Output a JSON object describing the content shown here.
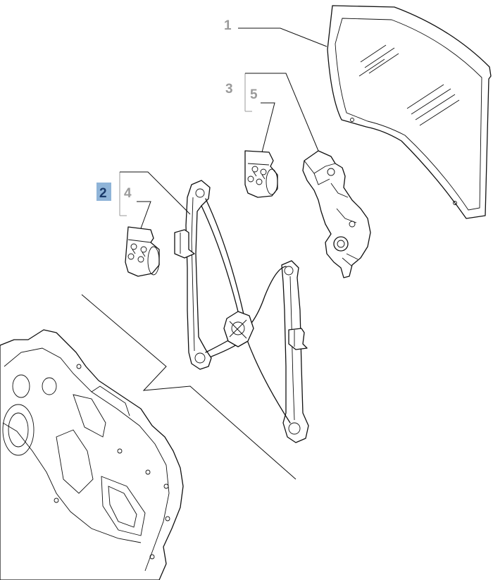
{
  "diagram": {
    "callouts": [
      {
        "id": "1",
        "label": "1",
        "highlighted": false
      },
      {
        "id": "2",
        "label": "2",
        "highlighted": true
      },
      {
        "id": "3",
        "label": "3",
        "highlighted": false
      },
      {
        "id": "4",
        "label": "4",
        "highlighted": false
      },
      {
        "id": "5",
        "label": "5",
        "highlighted": false
      }
    ],
    "colors": {
      "highlight_box": "#8fb4d8",
      "highlight_text": "#1a3a6a",
      "callout_grey": "#9a9a9a",
      "line": "#111111"
    },
    "parts": {
      "glass": "door-glass",
      "regulator": "window-regulator",
      "motor": "window-motor",
      "clip_kit_a": "fixing-kit",
      "clip_kit_b": "fixing-kit",
      "door_panel": "door-inner-panel"
    }
  }
}
